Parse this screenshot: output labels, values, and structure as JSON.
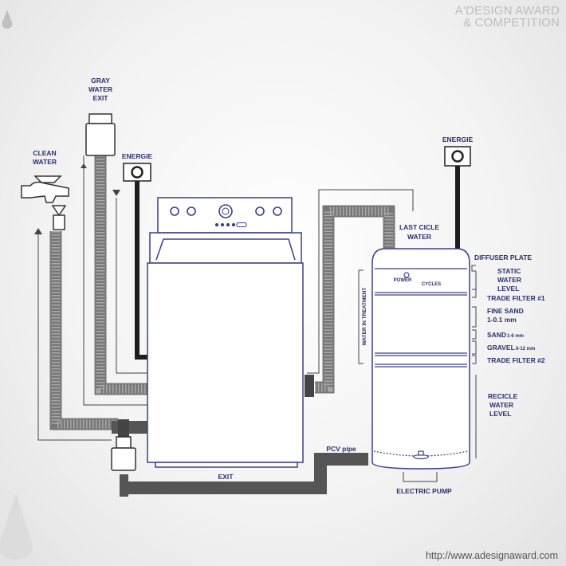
{
  "brand": {
    "line1": "A'DESIGN AWARD",
    "line2": "& COMPETITION"
  },
  "url": "http://www.adesignaward.com",
  "labels": {
    "gray_water_1": "GRAY",
    "gray_water_2": "WATER",
    "gray_water_3": "EXIT",
    "clean_water_1": "CLEAN",
    "clean_water_2": "WATER",
    "energie_left": "ENERGIE",
    "energie_right": "ENERGIE",
    "last_cicle_1": "LAST CICLE",
    "last_cicle_2": "WATER",
    "diffuser_plate": "DIFFUSER PLATE",
    "static_1": "STATIC",
    "static_2": "WATER",
    "static_3": "LEVEL",
    "trade_filter_1": "TRADE FILTER #1",
    "fine_sand_1": "FINE SAND",
    "fine_sand_2": "1-0.1 mm",
    "sand": "SAND",
    "sand_size": "1-6 mm",
    "gravel": "GRAVEL",
    "gravel_size": "6-12 mm",
    "trade_filter_2": "TRADE FILTER #2",
    "recicle_1": "RECICLE",
    "recicle_2": "WATER",
    "recicle_3": "LEVEL",
    "water_in_treatment": "WATER IN TREATMENT",
    "pcv_pipe": "PCV pipe",
    "exit": "EXIT",
    "electric_pump": "ELECTRIC PUMP",
    "power": "POWER",
    "cycles": "CYCLES"
  },
  "colors": {
    "label_navy": "#2a2e6e",
    "outline_navy": "#3a3f8a",
    "pipe_dark": "#555555",
    "hose_gray": "#8f8f8f",
    "cable_black": "#1e1e1e"
  }
}
